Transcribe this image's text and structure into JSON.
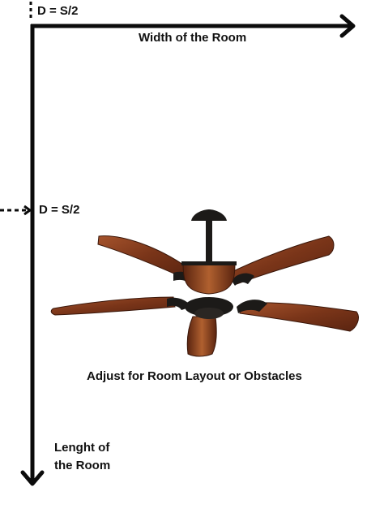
{
  "labels": {
    "top_offset": "D = S/2",
    "width": "Width of the Room",
    "side_offset": "D = S/2",
    "adjust": "Adjust for Room Layout or Obstacles",
    "length_line1": "Lenght of",
    "length_line2": "the Room"
  },
  "colors": {
    "line": "#0b0b0b",
    "wood_dark": "#5e2a14",
    "wood_light": "#9a4a28",
    "metal": "#1c1a18"
  },
  "icons": {
    "fan": "ceiling-fan-image"
  }
}
